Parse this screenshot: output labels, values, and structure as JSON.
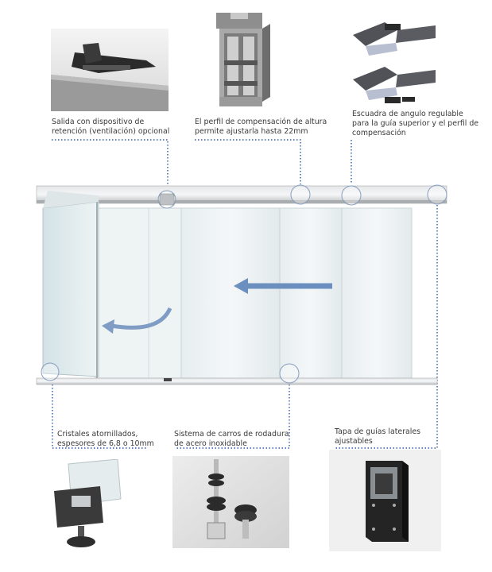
{
  "callouts": {
    "top_left": {
      "lines": [
        "Salida con dispositivo de",
        "retención (ventilación) opcional"
      ],
      "icon": "retention-device-photo"
    },
    "top_center": {
      "lines": [
        "El perfil de compensación de altura",
        "permite ajustarla  hasta 22mm"
      ],
      "icon": "compensation-profile-photo"
    },
    "top_right": {
      "lines": [
        "Escuadra de angulo regulable",
        "para la guía superior y el perfil de",
        "compensación"
      ],
      "icon": "adjustable-corner-bracket-photo"
    },
    "bottom_left": {
      "lines": [
        "Cristales atornillados,",
        "espesores de 6,8 o 10mm"
      ],
      "icon": "screwed-glass-photo"
    },
    "bottom_center": {
      "lines": [
        "Sistema de carros de rodadura",
        "de acero inoxidable"
      ],
      "icon": "stainless-steel-carriage-photo"
    },
    "bottom_right": {
      "lines": [
        "Tapa de guías laterales",
        "ajustables"
      ],
      "icon": "side-guide-cap-photo"
    }
  },
  "colors": {
    "dotted_line": "#2a5aa3",
    "arrow": "#6b8fbf",
    "circle": "#8aa0c0",
    "frame": "#c9ccce",
    "glass": "#eaf1f3"
  }
}
